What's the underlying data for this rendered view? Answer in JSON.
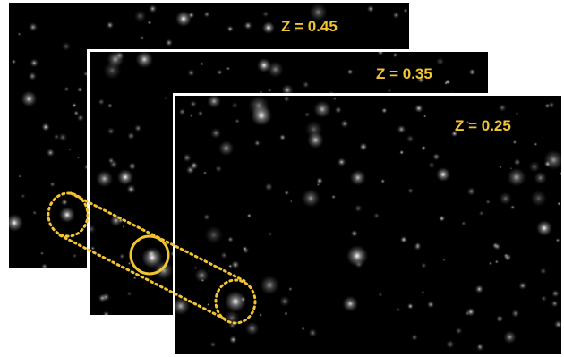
{
  "panels": [
    {
      "label": "Z = 0.45"
    },
    {
      "label": "Z = 0.35"
    },
    {
      "label": "Z = 0.25"
    }
  ],
  "colors": {
    "background": "#ffffff",
    "panel": "#000000",
    "label": "#f2c431",
    "annotation": "#f2c431",
    "frame": "#ffffff"
  },
  "annotation": {
    "markers": [
      "dotted-ellipse-z045",
      "solid-circle-z035",
      "dotted-ellipse-z025"
    ],
    "connector": "dotted-band"
  }
}
